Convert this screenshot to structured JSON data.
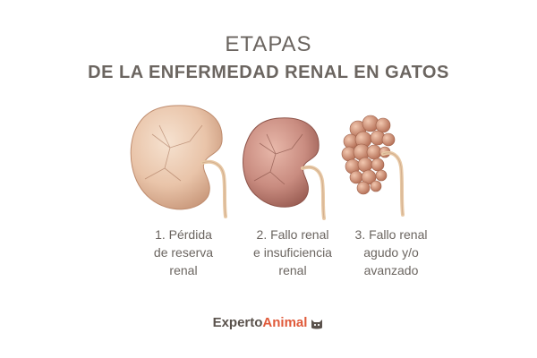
{
  "title": "ETAPAS",
  "subtitle": "DE LA ENFERMEDAD RENAL EN GATOS",
  "stages": [
    {
      "line1": "1. Pérdida",
      "line2": "de reserva",
      "line3": "renal",
      "icon": "healthy-kidney-icon"
    },
    {
      "line1": "2. Fallo renal",
      "line2": "e insuficiencia",
      "line3": "renal",
      "icon": "inflamed-kidney-icon"
    },
    {
      "line1": "3. Fallo renal",
      "line2": "agudo y/o",
      "line3": "avanzado",
      "icon": "shrunken-kidney-icon"
    }
  ],
  "logo": {
    "part1": "Experto",
    "part2": "Animal",
    "icon": "cat-face-icon"
  },
  "colors": {
    "text": "#6b6560",
    "kidney_healthy": "#e9c4a9",
    "kidney_inflamed": "#c98c80",
    "kidney_shrunken": "#d49a82",
    "ureter": "#e8c9a6",
    "logo_accent": "#e05a3a"
  }
}
